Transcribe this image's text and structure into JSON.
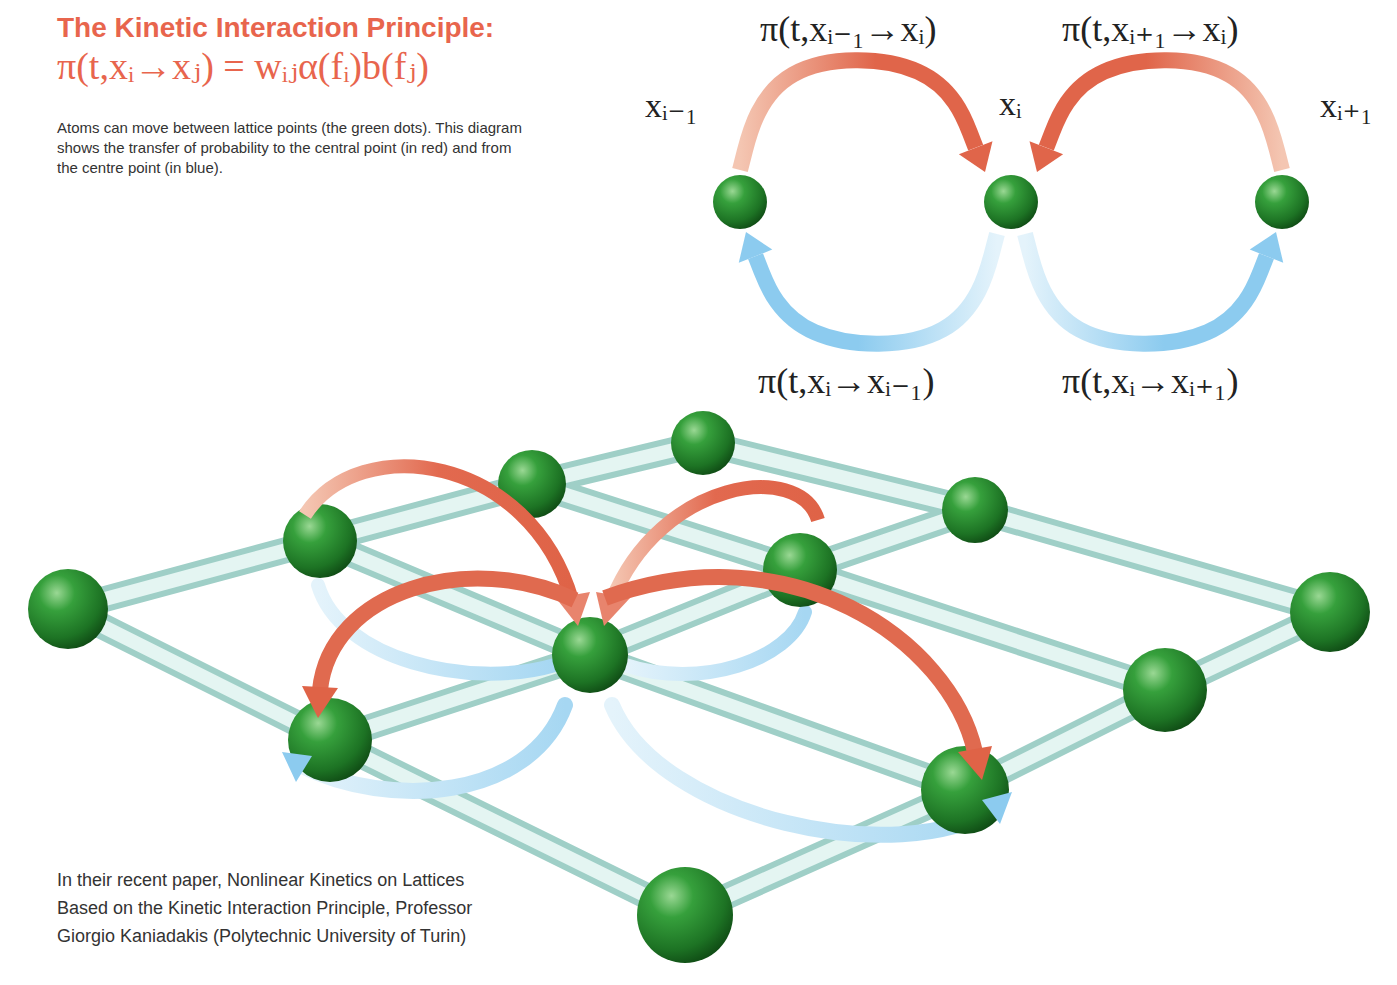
{
  "diagram": {
    "title": "The Kinetic Interaction Principle:",
    "nodes": [
      {
        "text": [
          "xᵢ₋₁"
        ]
      },
      {
        "text": [
          "xᵢ"
        ]
      },
      {
        "text": [
          "xᵢ₊₁"
        ]
      }
    ],
    "edges": [
      {
        "from": 0,
        "to": 1,
        "arrow": "to",
        "label": "π(t,xᵢ₋₁→xᵢ)"
      },
      {
        "from": 2,
        "to": 1,
        "arrow": "to",
        "label": "π(t,xᵢ₊₁→xᵢ)"
      },
      {
        "from": 1,
        "to": 0,
        "arrow": "to",
        "label": "π(t,xᵢ→xᵢ₋₁)"
      },
      {
        "from": 1,
        "to": 2,
        "arrow": "to",
        "label": "π(t,xᵢ→xᵢ₊₁)"
      }
    ],
    "labels": [
      "π(t,xᵢ→xⱼ) = wᵢⱼα(fᵢ)b(fⱼ)",
      "Atoms can move between lattice points (the green dots). This diagram shows the transfer of probability to the central point (in red) and from the centre point (in blue).",
      "In their recent paper, Nonlinear Kinetics on Lattices Based on the Kinetic Interaction Principle, Professor Giorgio Kaniadakis (Polytechnic University of Turin)"
    ]
  }
}
